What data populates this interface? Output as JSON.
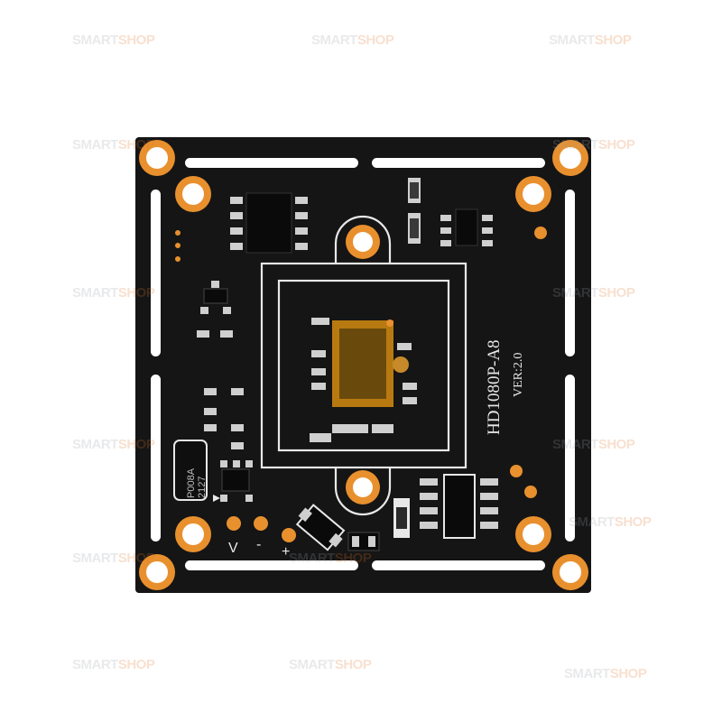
{
  "image": {
    "subject": "camera module circuit board",
    "colors": {
      "background": "#ffffff",
      "board": "#151515",
      "pad_copper": "#e8902e",
      "silkscreen": "#e8e8e8",
      "sensor_frame": "#b87a10",
      "sensor_core": "#6a4a0c"
    }
  },
  "board": {
    "model_label": "HD1080P-A8",
    "version_label": "VER:2.0",
    "power_labels": [
      "V",
      "-",
      "+"
    ],
    "chip_marking": [
      "P008A",
      "2127"
    ]
  },
  "watermark": {
    "text_part1": "SMART",
    "text_part2": "SHOP",
    "color_part1": "#9aa0a6",
    "color_part2": "#e0742a"
  }
}
